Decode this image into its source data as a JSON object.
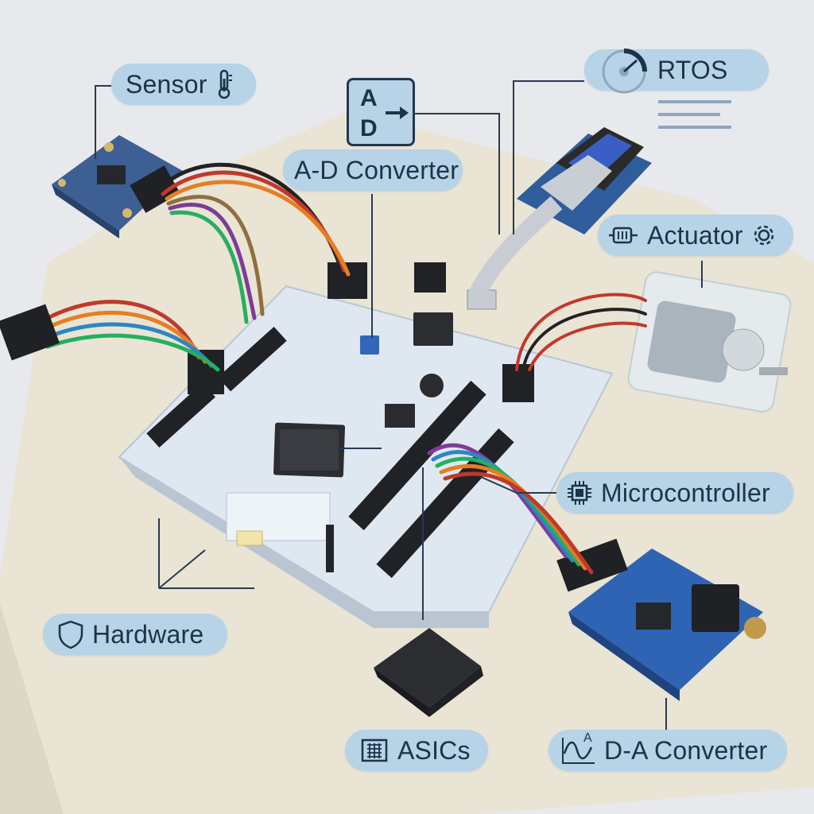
{
  "labels": {
    "sensor": "Sensor",
    "ad_converter": "A-D Converter",
    "ad_icon_a": "A",
    "ad_icon_d": "D",
    "rtos": "RTOS",
    "actuator": "Actuator",
    "microcontroller": "Microcontroller",
    "hardware": "Hardware",
    "asics": "ASICs",
    "da_converter": "D-A Converter",
    "da_icon_a": "A"
  },
  "colors": {
    "pill_bg": "#b6d3e8",
    "pill_text": "#1e3248",
    "board": "#dfe8f1",
    "pcb_blue": "#2f5d9c",
    "paper": "#e9e4d4"
  },
  "icons": {
    "sensor": "thermometer-icon",
    "rtos": "speedometer-icon",
    "actuator_left": "motor-icon",
    "actuator_right": "gear-icon",
    "microcontroller": "chip-icon",
    "hardware": "shield-icon",
    "asics": "circuit-chip-icon",
    "da_converter": "waveform-icon",
    "ad_converter": "arrow-right-icon"
  }
}
